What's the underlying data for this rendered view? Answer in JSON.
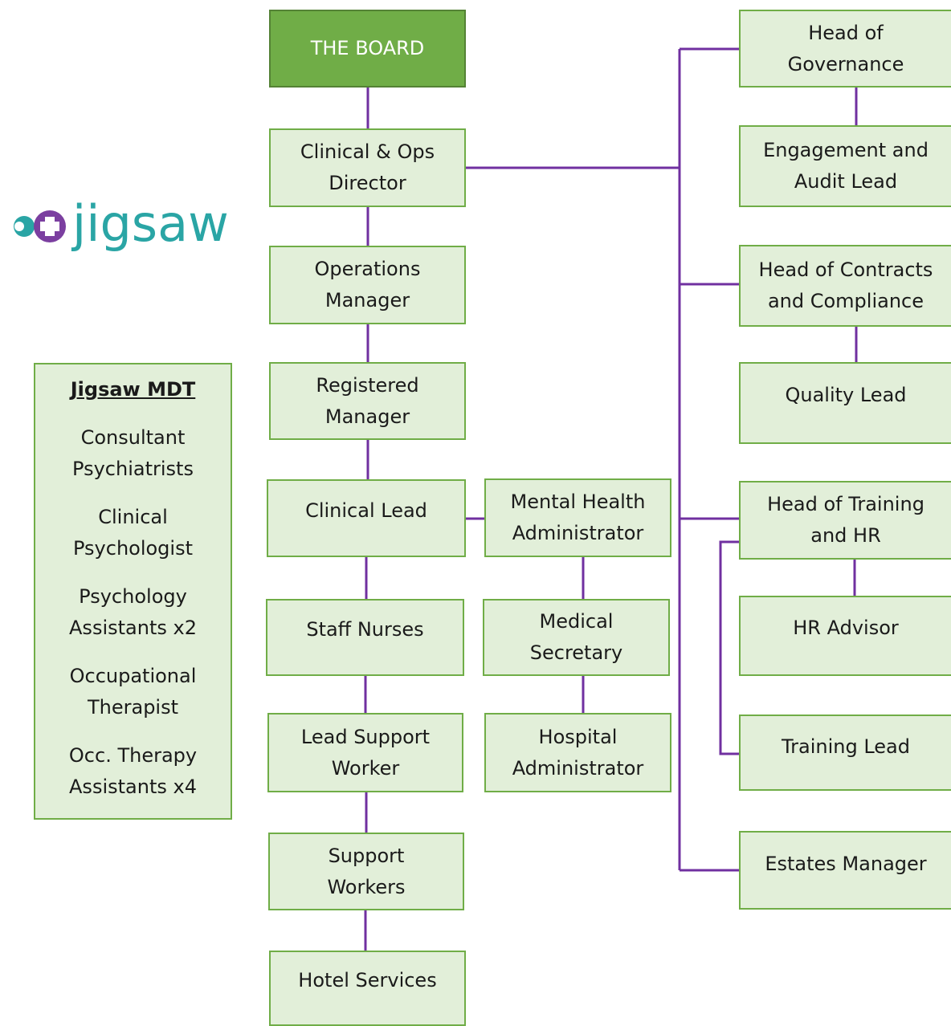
{
  "logo": {
    "text": "jigsaw"
  },
  "mdt": {
    "title": "Jigsaw MDT",
    "items": [
      [
        "Consultant",
        "Psychiatrists"
      ],
      [
        "Clinical",
        "Psychologist"
      ],
      [
        "Psychology",
        "Assistants x2"
      ],
      [
        "Occupational",
        "Therapist"
      ],
      [
        "Occ. Therapy",
        "Assistants x4"
      ]
    ]
  },
  "nodes": {
    "board": [
      "THE BOARD"
    ],
    "clinical_ops_director": [
      "Clinical & Ops",
      "Director"
    ],
    "operations_manager": [
      "Operations",
      "Manager"
    ],
    "registered_manager": [
      "Registered",
      "Manager"
    ],
    "clinical_lead": [
      "Clinical Lead"
    ],
    "staff_nurses": [
      "Staff Nurses"
    ],
    "lead_support_worker": [
      "Lead Support",
      "Worker"
    ],
    "support_workers": [
      "Support",
      "Workers"
    ],
    "hotel_services": [
      "Hotel Services"
    ],
    "mental_health_administrator": [
      "Mental Health",
      "Administrator"
    ],
    "medical_secretary": [
      "Medical",
      "Secretary"
    ],
    "hospital_administrator": [
      "Hospital",
      "Administrator"
    ],
    "head_of_governance": [
      "Head of",
      "Governance"
    ],
    "engagement_audit_lead": [
      "Engagement and",
      "Audit Lead"
    ],
    "head_contracts_compliance": [
      "Head of Contracts",
      "and Compliance"
    ],
    "quality_lead": [
      "Quality Lead"
    ],
    "head_training_hr": [
      "Head of Training",
      "and HR"
    ],
    "hr_advisor": [
      "HR Advisor"
    ],
    "training_lead": [
      "Training Lead"
    ],
    "estates_manager": [
      "Estates Manager"
    ]
  },
  "colors": {
    "box_fill": "#e2efd9",
    "box_border": "#70ad47",
    "board_fill": "#70ad47",
    "connector": "#7030a0",
    "logo_teal": "#2aa5a5",
    "logo_purple": "#7b3fa0"
  }
}
